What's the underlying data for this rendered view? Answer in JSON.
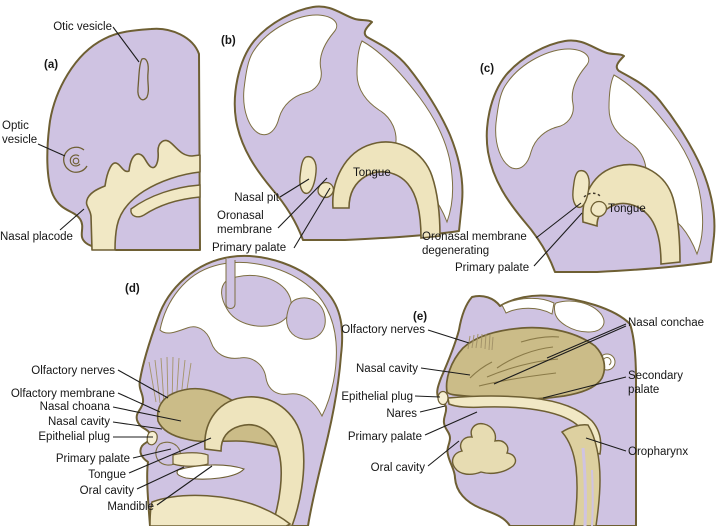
{
  "figure": {
    "colors": {
      "tissue_lavender": "#cfc3e2",
      "tan_light": "#f1e8c5",
      "tan_dark": "#cbbc88",
      "outline_olive": "#6e5f33",
      "label_text": "#161616"
    },
    "panels": {
      "a": {
        "tag": "(a)",
        "labels": {
          "otic_vesicle": "Otic vesicle",
          "optic_vesicle": "Optic vesicle",
          "nasal_placode": "Nasal placode"
        }
      },
      "b": {
        "tag": "(b)",
        "labels": {
          "tongue": "Tongue",
          "nasal_pit": "Nasal pit",
          "oronasal_membrane": "Oronasal membrane",
          "primary_palate": "Primary palate"
        }
      },
      "c": {
        "tag": "(c)",
        "labels": {
          "tongue": "Tongue",
          "oronasal_membrane_degenerating": "Oronasal membrane degenerating",
          "primary_palate": "Primary palate"
        }
      },
      "d": {
        "tag": "(d)",
        "labels": {
          "olfactory_nerves": "Olfactory nerves",
          "olfactory_membrane": "Olfactory membrane",
          "nasal_choana": "Nasal choana",
          "nasal_cavity": "Nasal cavity",
          "epithelial_plug": "Epithelial plug",
          "primary_palate": "Primary palate",
          "tongue": "Tongue",
          "oral_cavity": "Oral cavity",
          "mandible": "Mandible"
        }
      },
      "e": {
        "tag": "(e)",
        "labels": {
          "olfactory_nerves": "Olfactory nerves",
          "nasal_cavity": "Nasal cavity",
          "epithelial_plug": "Epithelial plug",
          "nares": "Nares",
          "primary_palate": "Primary palate",
          "oral_cavity": "Oral cavity",
          "nasal_conchae": "Nasal conchae",
          "secondary_palate": "Secondary palate",
          "oropharynx": "Oropharynx"
        }
      }
    }
  }
}
